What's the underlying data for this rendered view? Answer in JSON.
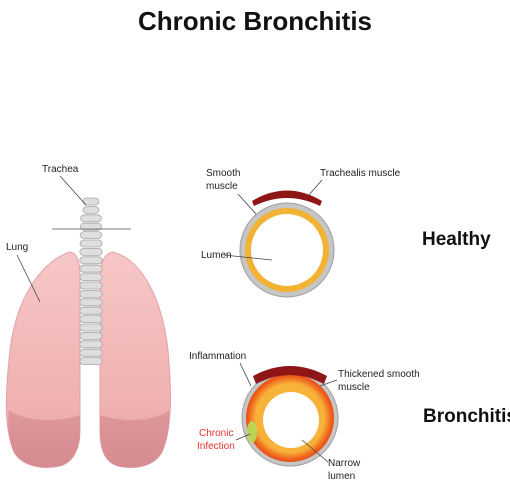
{
  "title": "Chronic Bronchitis",
  "sections": {
    "healthy": "Healthy",
    "bronchitis": "Bronchitis"
  },
  "labels": {
    "trachea": "Trachea",
    "lung": "Lung",
    "smooth_muscle": [
      "Smooth",
      "muscle"
    ],
    "trachealis_muscle": "Trachealis muscle",
    "lumen": "Lumen",
    "inflammation": "Inflammation",
    "thickened_smooth_muscle": [
      "Thickened smooth",
      "muscle"
    ],
    "chronic_infection": [
      "Chronic",
      "Infection"
    ],
    "narrow_lumen": [
      "Narrow",
      "lumen"
    ]
  },
  "colors": {
    "lung_fill": "#f2b9b9",
    "lung_shadow": "#d98f95",
    "trachea_fill": "#dcdcdc",
    "airway_wall": "#b9b9b9",
    "smooth_muscle_ring": "#f0b030",
    "trachealis_muscle": "#8e1616",
    "inflammation_ring": "#f06a1e",
    "infection_text": "#e23232",
    "infection_patch": "#b7d85a"
  }
}
